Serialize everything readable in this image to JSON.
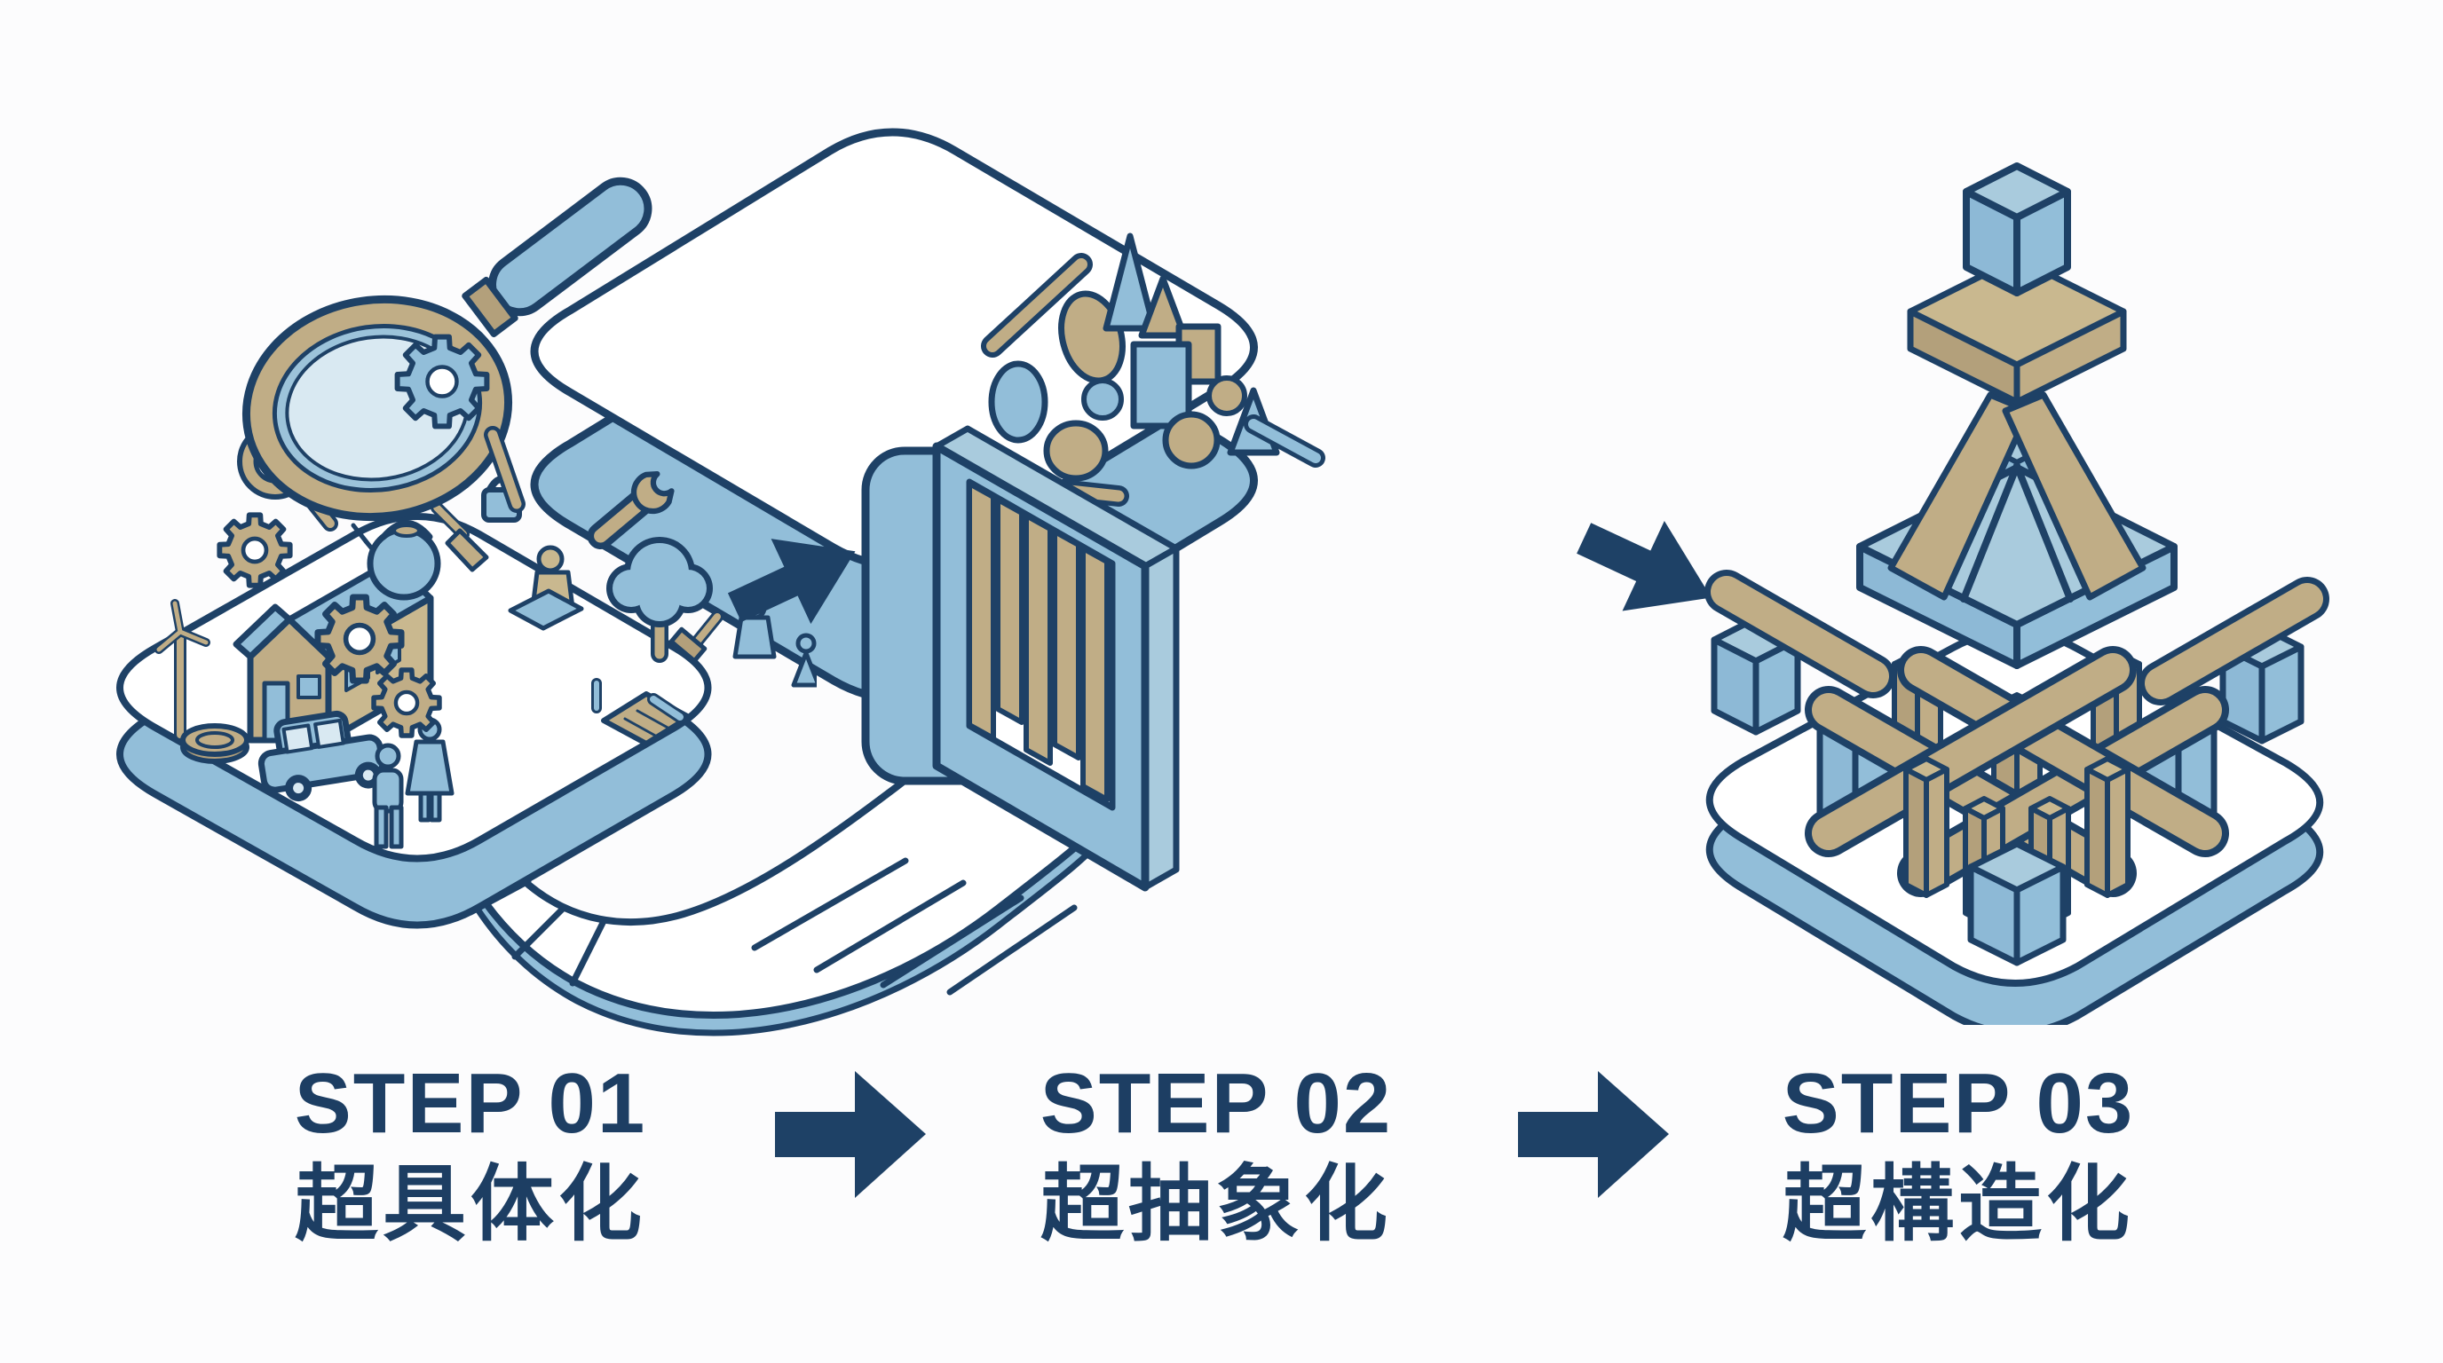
{
  "title": "3-step thinking process infographic",
  "colors": {
    "navy": "#1e4166",
    "text_navy": "#1d3e63",
    "light_blue": "#92bed9",
    "light_blue_top": "#a9cbdd",
    "light_blue_deep": "#8db9d6",
    "pale_blue": "#d9e9f2",
    "lens_ring_blue": "#9cc3da",
    "tan": "#c0ad86",
    "tan_dark": "#b3a07b",
    "tan_light": "#c9b88f",
    "white": "#ffffff",
    "background": "#fcfcfd"
  },
  "steps": [
    {
      "number": "STEP 01",
      "title": "超具体化",
      "illustration": "magnifying-glass-examining-concrete-objects-platform",
      "illustration_items": [
        "magnifying-glass",
        "gear",
        "house",
        "car",
        "man",
        "woman",
        "tree",
        "windmill",
        "coin",
        "wrench",
        "notebook",
        "pen",
        "kettle",
        "brush",
        "small-magnifier",
        "hammer-figure",
        "padlock"
      ]
    },
    {
      "number": "STEP 02",
      "title": "超抽象化",
      "illustration": "abstraction-machine-with-geometric-shapes-and-conveyor",
      "illustration_items": [
        "abstract-shapes-circle-triangle-square-bar",
        "curtain-machine",
        "conveyor-belt"
      ]
    },
    {
      "number": "STEP 03",
      "title": "超構造化",
      "illustration": "structured-block-tower-on-platform",
      "illustration_items": [
        "block-tower",
        "blue-cubes",
        "tan-beams",
        "platform"
      ]
    }
  ],
  "connectors": [
    {
      "from": "step-01",
      "to": "step-02",
      "direction": "up-right"
    },
    {
      "from": "step-02",
      "to": "step-03",
      "direction": "down-right"
    }
  ],
  "label_arrows": [
    {
      "between": [
        "STEP 01",
        "STEP 02"
      ],
      "direction": "right"
    },
    {
      "between": [
        "STEP 02",
        "STEP 03"
      ],
      "direction": "right"
    }
  ]
}
